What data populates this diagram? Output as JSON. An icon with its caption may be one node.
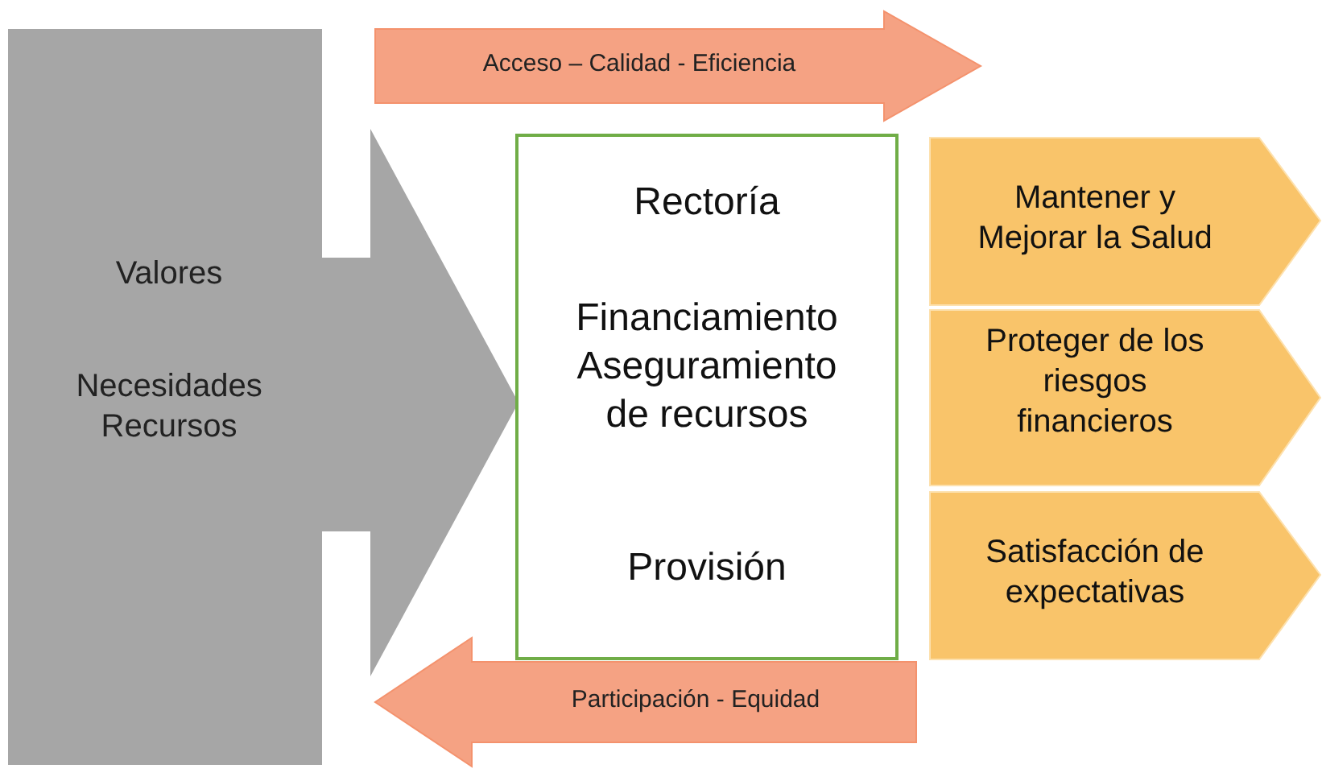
{
  "diagram": {
    "nodes": [
      {
        "text": [
          "Valores",
          "Necesidades Recursos"
        ]
      },
      {
        "text": [
          "Acceso – Calidad - Eficiencia"
        ]
      },
      {
        "text": [
          "Rectoría",
          "Financiamiento Aseguramiento de recursos",
          "Provisión"
        ]
      },
      {
        "text": [
          "Mantener y Mejorar la Salud"
        ]
      },
      {
        "text": [
          "Proteger de los riesgos financieros"
        ]
      },
      {
        "text": [
          "Satisfacción de expectativas"
        ]
      },
      {
        "text": [
          "Participación - Equidad"
        ]
      }
    ],
    "edges": [
      {
        "from": 0,
        "to": 2,
        "arrow": "to"
      },
      {
        "from": 2,
        "to": 0,
        "arrow": "to"
      }
    ]
  }
}
